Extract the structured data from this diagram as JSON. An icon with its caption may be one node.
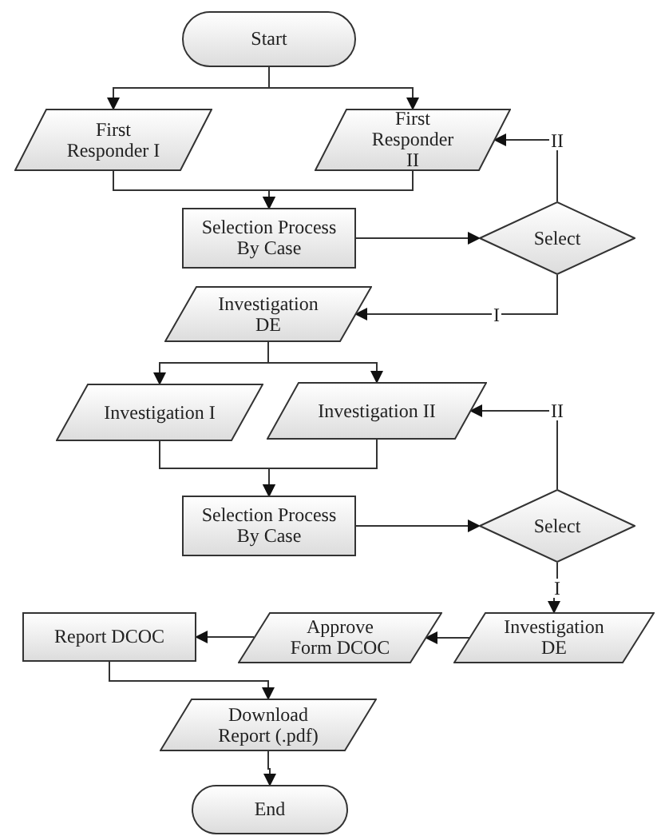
{
  "diagram": {
    "nodes": [
      {
        "text": [
          "Start"
        ]
      },
      {
        "text": [
          "First Responder I"
        ]
      },
      {
        "text": [
          "First Responder II"
        ]
      },
      {
        "text": [
          "Selection Process By Case"
        ]
      },
      {
        "text": [
          "Select"
        ]
      },
      {
        "text": [
          "Investigation DE"
        ]
      },
      {
        "text": [
          "Investigation I"
        ]
      },
      {
        "text": [
          "Investigation II"
        ]
      },
      {
        "text": [
          "Selection Process By Case"
        ]
      },
      {
        "text": [
          "Select"
        ]
      },
      {
        "text": [
          "Investigation DE"
        ]
      },
      {
        "text": [
          "Approve Form DCOC"
        ]
      },
      {
        "text": [
          "Report DCOC"
        ]
      },
      {
        "text": [
          "Download Report (.pdf)"
        ]
      },
      {
        "text": [
          "End"
        ]
      }
    ],
    "edges": [
      {
        "from": 0,
        "to": 1,
        "arrow": "to"
      },
      {
        "from": 0,
        "to": 2,
        "arrow": "to"
      },
      {
        "from": 1,
        "to": 3,
        "arrow": "to"
      },
      {
        "from": 2,
        "to": 3,
        "arrow": "to"
      },
      {
        "from": 3,
        "to": 4,
        "arrow": "to"
      },
      {
        "from": 4,
        "to": 2,
        "arrow": "to",
        "label": "II"
      },
      {
        "from": 4,
        "to": 5,
        "arrow": "to",
        "label": "I"
      },
      {
        "from": 5,
        "to": 6,
        "arrow": "to"
      },
      {
        "from": 5,
        "to": 7,
        "arrow": "to"
      },
      {
        "from": 6,
        "to": 8,
        "arrow": "to"
      },
      {
        "from": 7,
        "to": 8,
        "arrow": "to"
      },
      {
        "from": 8,
        "to": 9,
        "arrow": "to"
      },
      {
        "from": 9,
        "to": 7,
        "arrow": "to",
        "label": "II"
      },
      {
        "from": 9,
        "to": 10,
        "arrow": "to",
        "label": "I"
      },
      {
        "from": 10,
        "to": 11,
        "arrow": "to"
      },
      {
        "from": 11,
        "to": 12,
        "arrow": "to"
      },
      {
        "from": 12,
        "to": 13,
        "arrow": "to"
      },
      {
        "from": 13,
        "to": 14,
        "arrow": "to"
      }
    ]
  }
}
